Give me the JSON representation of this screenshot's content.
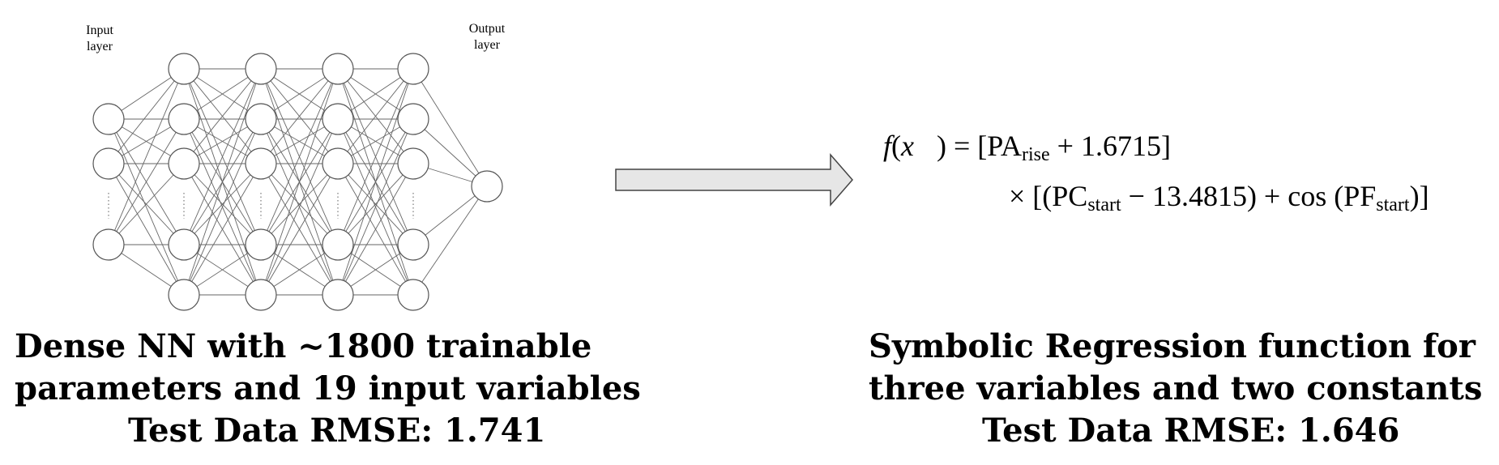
{
  "neural_network": {
    "input_label": "Input\nlayer",
    "output_label": "Output\nlayer",
    "caption_line1": "Dense NN with ~1800 trainable",
    "caption_line2": "parameters and 19 input variables",
    "caption_line3": "Test Data RMSE: 1.741"
  },
  "symbolic_regression": {
    "formula_lhs": "f(x⃗) = ",
    "formula_line1": "[PA",
    "formula_sub_rise": "rise",
    "formula_line1_tail": " + 1.6715]",
    "formula_line2_head": "× [(PC",
    "formula_sub_start1": "start",
    "formula_line2_mid": " − 13.4815) + cos (PF",
    "formula_sub_start2": "start",
    "formula_line2_tail": ")]",
    "caption_line1": "Symbolic Regression function for",
    "caption_line2": "three variables and two constants",
    "caption_line3": "Test Data RMSE: 1.646"
  },
  "colors": {
    "node_stroke": "#555555",
    "edge": "#666666",
    "arrow_fill": "#e6e6e6",
    "arrow_stroke": "#444444"
  }
}
